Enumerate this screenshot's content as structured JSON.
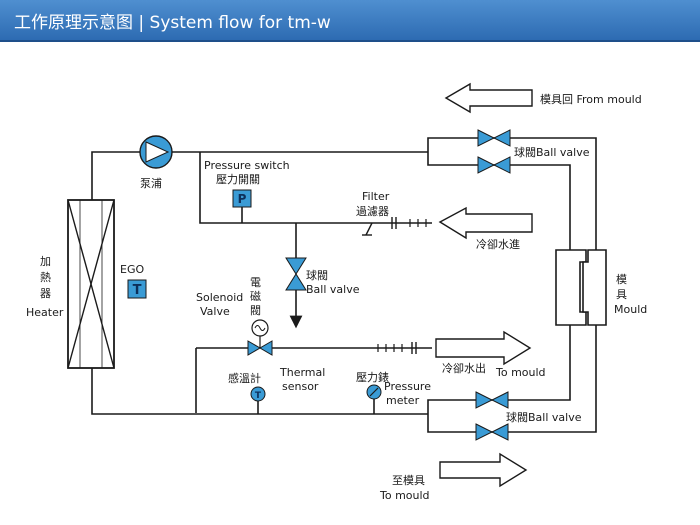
{
  "header": {
    "title": "工作原理示意图 | System flow for tm-w",
    "background": "#2d6bb2"
  },
  "diagram": {
    "labels": {
      "from_mould": "模具回 From mould",
      "ball_valve_top": "球閥Ball valve",
      "pump": "泵浦",
      "pressure_switch_en": "Pressure switch",
      "pressure_switch_cn": "壓力開關",
      "pressure_switch_symbol": "P",
      "filter_en": "Filter",
      "filter_cn": "過濾器",
      "cooling_water_in": "冷卻水進",
      "heater_cn": "加熱器",
      "heater_en": "Heater",
      "ego": "EGO",
      "ego_symbol": "T",
      "ball_valve_center_cn": "球閥",
      "ball_valve_center_en": "Ball valve",
      "solenoid_cn": "電磁閥",
      "solenoid_en_1": "Solenoid",
      "solenoid_en_2": "Valve",
      "mould_cn": "模具",
      "mould_en": "Mould",
      "cooling_water_out": "冷卻水出",
      "to_mould_right": "To mould",
      "thermometer_cn": "感溫計",
      "thermal_en_1": "Thermal",
      "thermal_en_2": "sensor",
      "thermometer_symbol": "T",
      "pressure_meter_cn": "壓力錶",
      "pressure_meter_en_1": "Pressure",
      "pressure_meter_en_2": "meter",
      "ball_valve_bottom": "球閥Ball valve",
      "to_mould_cn": "至模具",
      "to_mould_en": "To mould"
    },
    "colors": {
      "valve": "#3a9bd5",
      "line": "#1a1a1a"
    }
  }
}
